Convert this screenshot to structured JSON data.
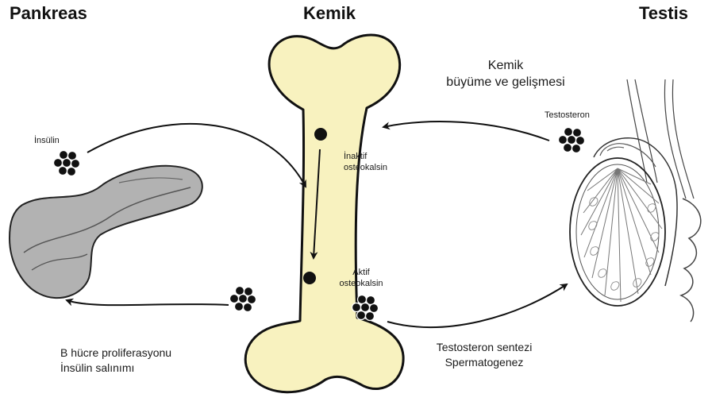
{
  "headers": {
    "left": "Pankreas",
    "center": "Kemik",
    "right": "Testis"
  },
  "labels": {
    "bone_growth_line1": "Kemik",
    "bone_growth_line2": "büyüme ve gelişmesi",
    "testosterone": "Testosteron",
    "insulin": "İnsülin",
    "inactive_line1": "İnaktif",
    "inactive_line2": "osteokalsin",
    "active_line1": "Aktif",
    "active_line2": "osteokalsin",
    "b_cell_line1": "B hücre proliferasyonu",
    "b_cell_line2": "İnsülin salınımı",
    "testo_synth_line1": "Testosteron sentezi",
    "testo_synth_line2": "Spermatogenez"
  },
  "colors": {
    "bone_fill": "#f8f2bf",
    "pancreas_fill": "#b2b2b2",
    "ink": "#111111"
  },
  "icons": [
    "bone-icon",
    "pancreas-icon",
    "testis-icon",
    "molecule-cluster-icon",
    "osteocalcin-dot-icon"
  ]
}
